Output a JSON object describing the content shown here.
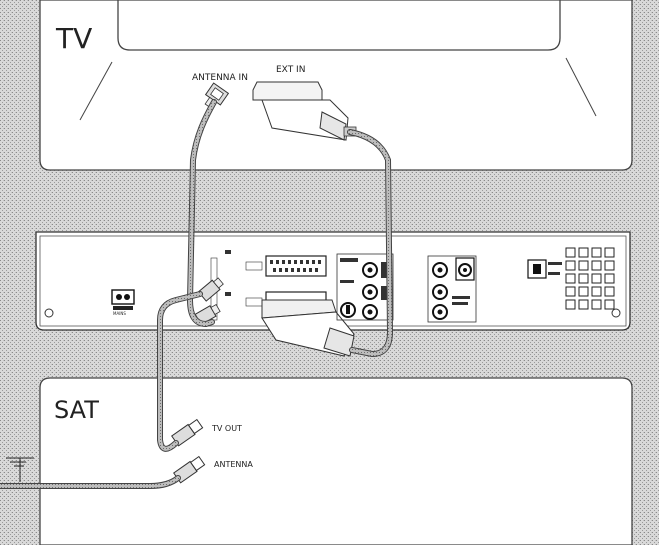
{
  "diagram": {
    "tv": {
      "name": "TV",
      "antenna_in_label": "ANTENNA IN",
      "ext_in_label": "EXT IN"
    },
    "sat": {
      "name": "SAT",
      "tv_out_label": "TV OUT",
      "antenna_label": "ANTENNA"
    },
    "recorder": {
      "mains_label": "MAINS"
    }
  }
}
